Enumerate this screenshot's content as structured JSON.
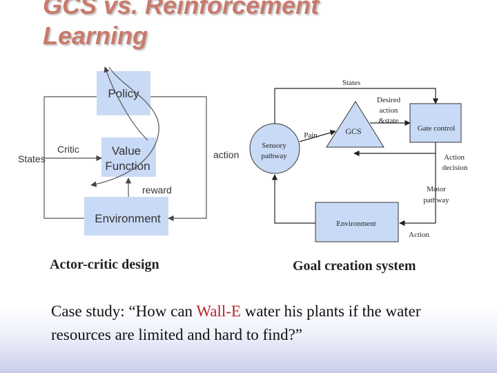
{
  "slide": {
    "title_line1": "GCS vs. Reinforcement",
    "title_line2": "Learning"
  },
  "actor_critic": {
    "policy": "Policy",
    "value_line1": "Value",
    "value_line2": "Function",
    "environment": "Environment",
    "critic": "Critic",
    "states": "States",
    "reward": "reward",
    "action": "action",
    "caption": "Actor-critic design"
  },
  "gcs_diagram": {
    "states": "States",
    "desired_line1": "Desired",
    "desired_line2": "action",
    "desired_line3": "&state",
    "gcs": "GCS",
    "pain": "Pain",
    "sensory_line1": "Sensory",
    "sensory_line2": "pathway",
    "gate_control": "Gate control",
    "action_decision_line1": "Action",
    "action_decision_line2": "decision",
    "motor_line1": "Motor",
    "motor_line2": "pathway",
    "environment": "Environment",
    "action": "Action",
    "caption": "Goal creation system"
  },
  "case_study": {
    "prefix": "Case study: “How can ",
    "highlight": "Wall-E",
    "suffix": " water his plants if the water resources are limited and hard to find?”"
  },
  "colors": {
    "title": "#c87a6c",
    "box_fill": "#c9daf6",
    "highlight": "#b3262c"
  }
}
